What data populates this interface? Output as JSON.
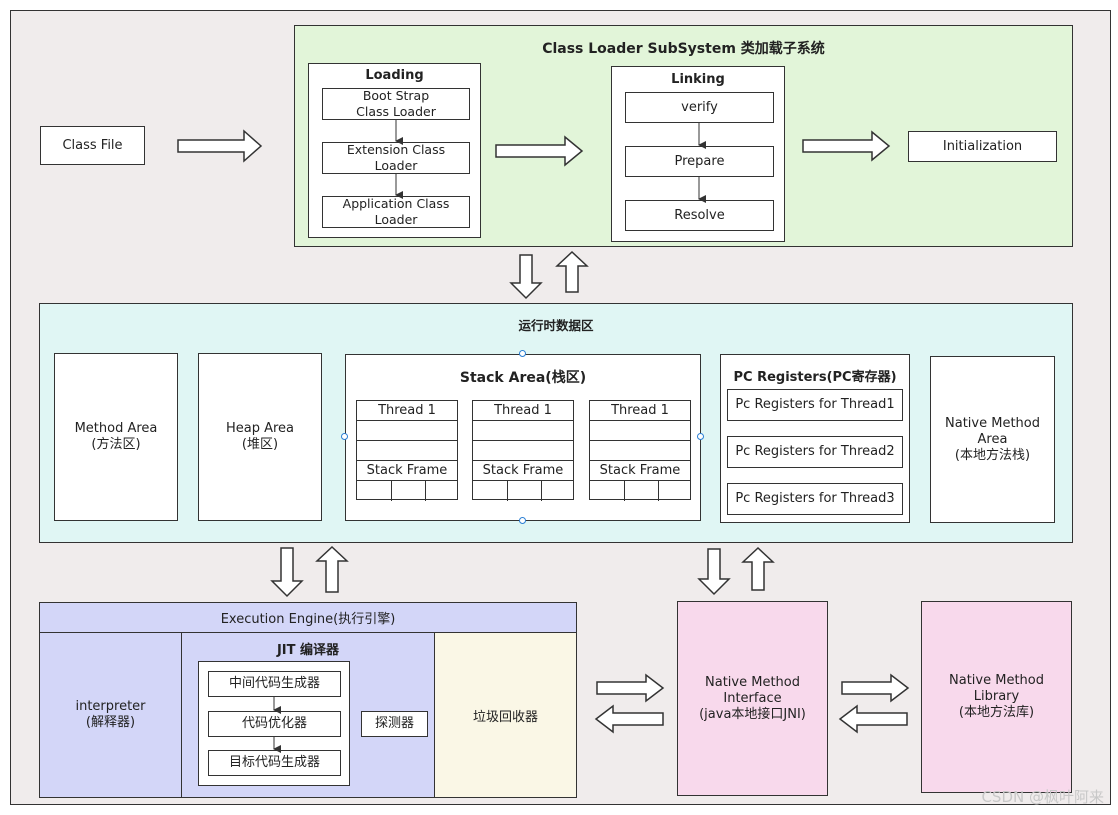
{
  "class_file": "Class File",
  "cls": {
    "title": "Class Loader SubSystem 类加载子系统",
    "loading": {
      "title": "Loading",
      "boot": "Boot Strap\nClass Loader",
      "ext": "Extension Class\nLoader",
      "app": "Application Class\nLoader"
    },
    "linking": {
      "title": "Linking",
      "verify": "verify",
      "prepare": "Prepare",
      "resolve": "Resolve"
    },
    "init": "Initialization"
  },
  "runtime": {
    "title": "运行时数据区",
    "method_area": "Method Area\n(方法区)",
    "heap_area": "Heap Area\n(堆区)",
    "stack": {
      "title": "Stack Area(栈区)",
      "threads": [
        {
          "name": "Thread 1",
          "frame": "Stack Frame"
        },
        {
          "name": "Thread 1",
          "frame": "Stack Frame"
        },
        {
          "name": "Thread 1",
          "frame": "Stack Frame"
        }
      ]
    },
    "pc": {
      "title": "PC Registers(PC寄存器)",
      "items": [
        "Pc Registers for Thread1",
        "Pc Registers for Thread2",
        "Pc Registers for Thread3"
      ]
    },
    "native_area": "Native Method\nArea\n(本地方法栈)"
  },
  "engine": {
    "title": "Execution Engine(执行引擎)",
    "interpreter": "interpreter\n(解释器)",
    "jit": {
      "title": "JIT 编译器",
      "step1": "中间代码生成器",
      "step2": "代码优化器",
      "step3": "目标代码生成器",
      "probe": "探测器"
    },
    "gc": "垃圾回收器"
  },
  "jni": "Native Method\nInterface\n(java本地接口JNI)",
  "native_lib": "Native Method\nLibrary\n(本地方法库)",
  "watermark": "CSDN @枫叶阿来",
  "colors": {
    "loader_bg": "#e2f5d9",
    "runtime_bg": "#e0f6f4",
    "engine_bg": "#d3d6f8",
    "gc_bg": "#faf7e6",
    "native_bg": "#f8d9ec",
    "outer_bg": "#f0ecec"
  }
}
